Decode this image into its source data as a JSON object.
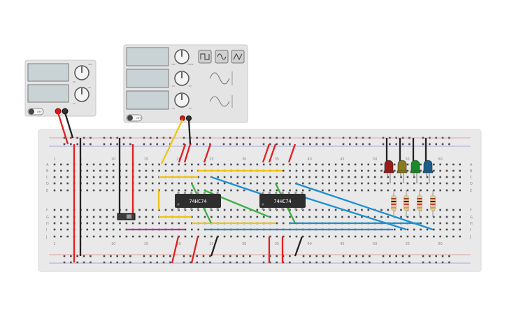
{
  "chips": [
    {
      "label": "74HC74"
    },
    {
      "label": "74HC74"
    }
  ],
  "breadboard": {
    "row_letters": [
      "A",
      "B",
      "C",
      "D",
      "E",
      "F",
      "G",
      "H",
      "I",
      "J"
    ],
    "column_numbers": [
      "1",
      "5",
      "10",
      "15",
      "20",
      "25",
      "30",
      "35",
      "40",
      "45",
      "50",
      "55",
      "60"
    ]
  },
  "power_supply": {
    "switch_label": "OFF",
    "scale_labels": [
      "0V",
      "30V",
      "0A",
      "3A"
    ]
  },
  "function_generator": {
    "switch_label": "OFF",
    "scale_labels": [
      "1Hz",
      "1MHz",
      "0V",
      "5V",
      "-5V",
      "5V"
    ],
    "waveform_buttons": [
      "square-wave-icon",
      "sine-wave-icon",
      "triangle-wave-icon"
    ]
  },
  "leds": [
    {
      "color": "#9c1a1a"
    },
    {
      "color": "#8a7a1a"
    },
    {
      "color": "#1b8a2a"
    },
    {
      "color": "#1a5f8a"
    }
  ],
  "colors": {
    "wire_red": "#e02020",
    "wire_black": "#222222",
    "wire_yellow": "#f0c419",
    "wire_green": "#3cb043",
    "wire_blue": "#1e90d0",
    "wire_magenta": "#c8289a",
    "board": "#e9e9e9"
  }
}
